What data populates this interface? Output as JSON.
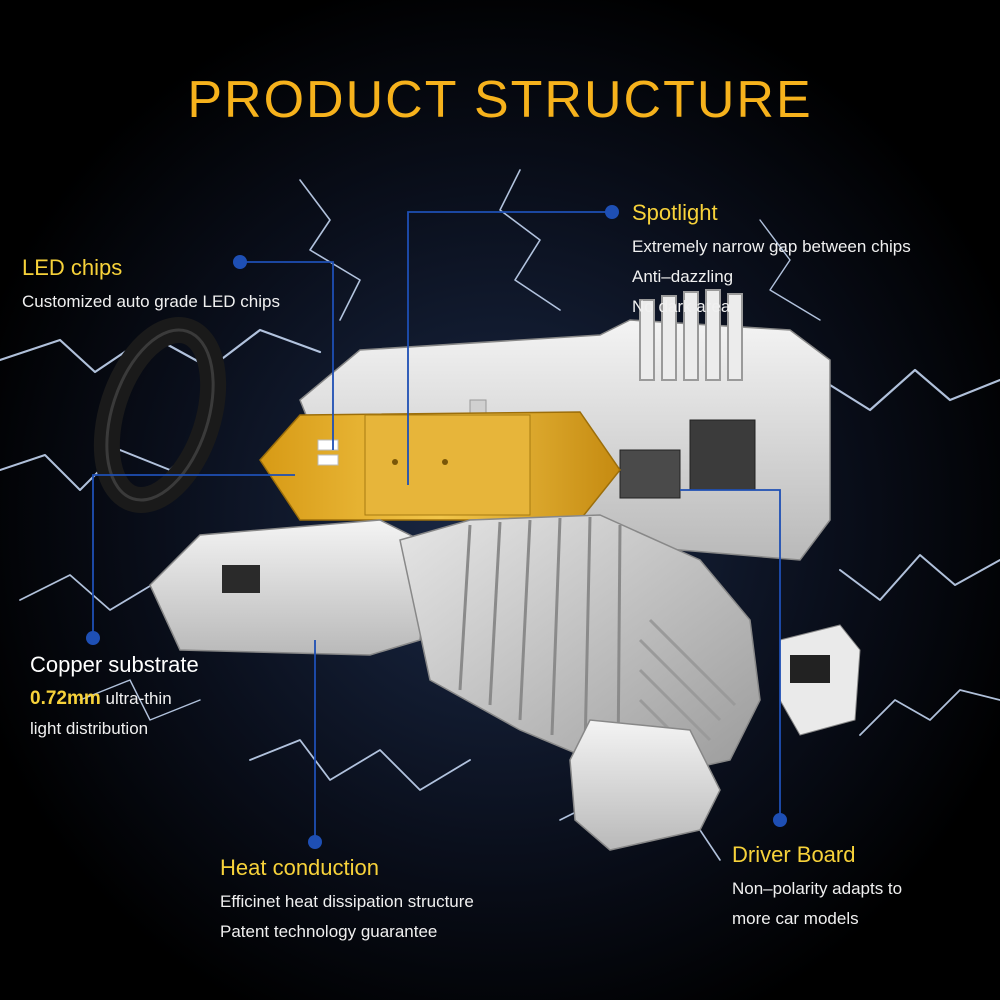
{
  "title": "PRODUCT STRUCTURE",
  "colors": {
    "title": "#f6b21c",
    "heading": "#f7d23a",
    "leader": "#1e4fb4",
    "background": "#000000"
  },
  "callouts": {
    "led_chips": {
      "heading": "LED chips",
      "lines": [
        "Customized auto grade LED chips"
      ]
    },
    "spotlight": {
      "heading": "Spotlight",
      "lines": [
        "Extremely narrow gap between chips",
        "Anti–dazzling",
        "No dark area"
      ]
    },
    "copper": {
      "heading": "Copper substrate",
      "highlight": "0.72mm",
      "line1_rest": " ultra-thin",
      "line2": "light distribution"
    },
    "heat": {
      "heading": "Heat conduction",
      "lines": [
        "Efficinet heat dissipation structure",
        "Patent technology guarantee"
      ]
    },
    "driver": {
      "heading": "Driver Board",
      "lines": [
        "Non–polarity adapts to",
        "more car models"
      ]
    }
  }
}
